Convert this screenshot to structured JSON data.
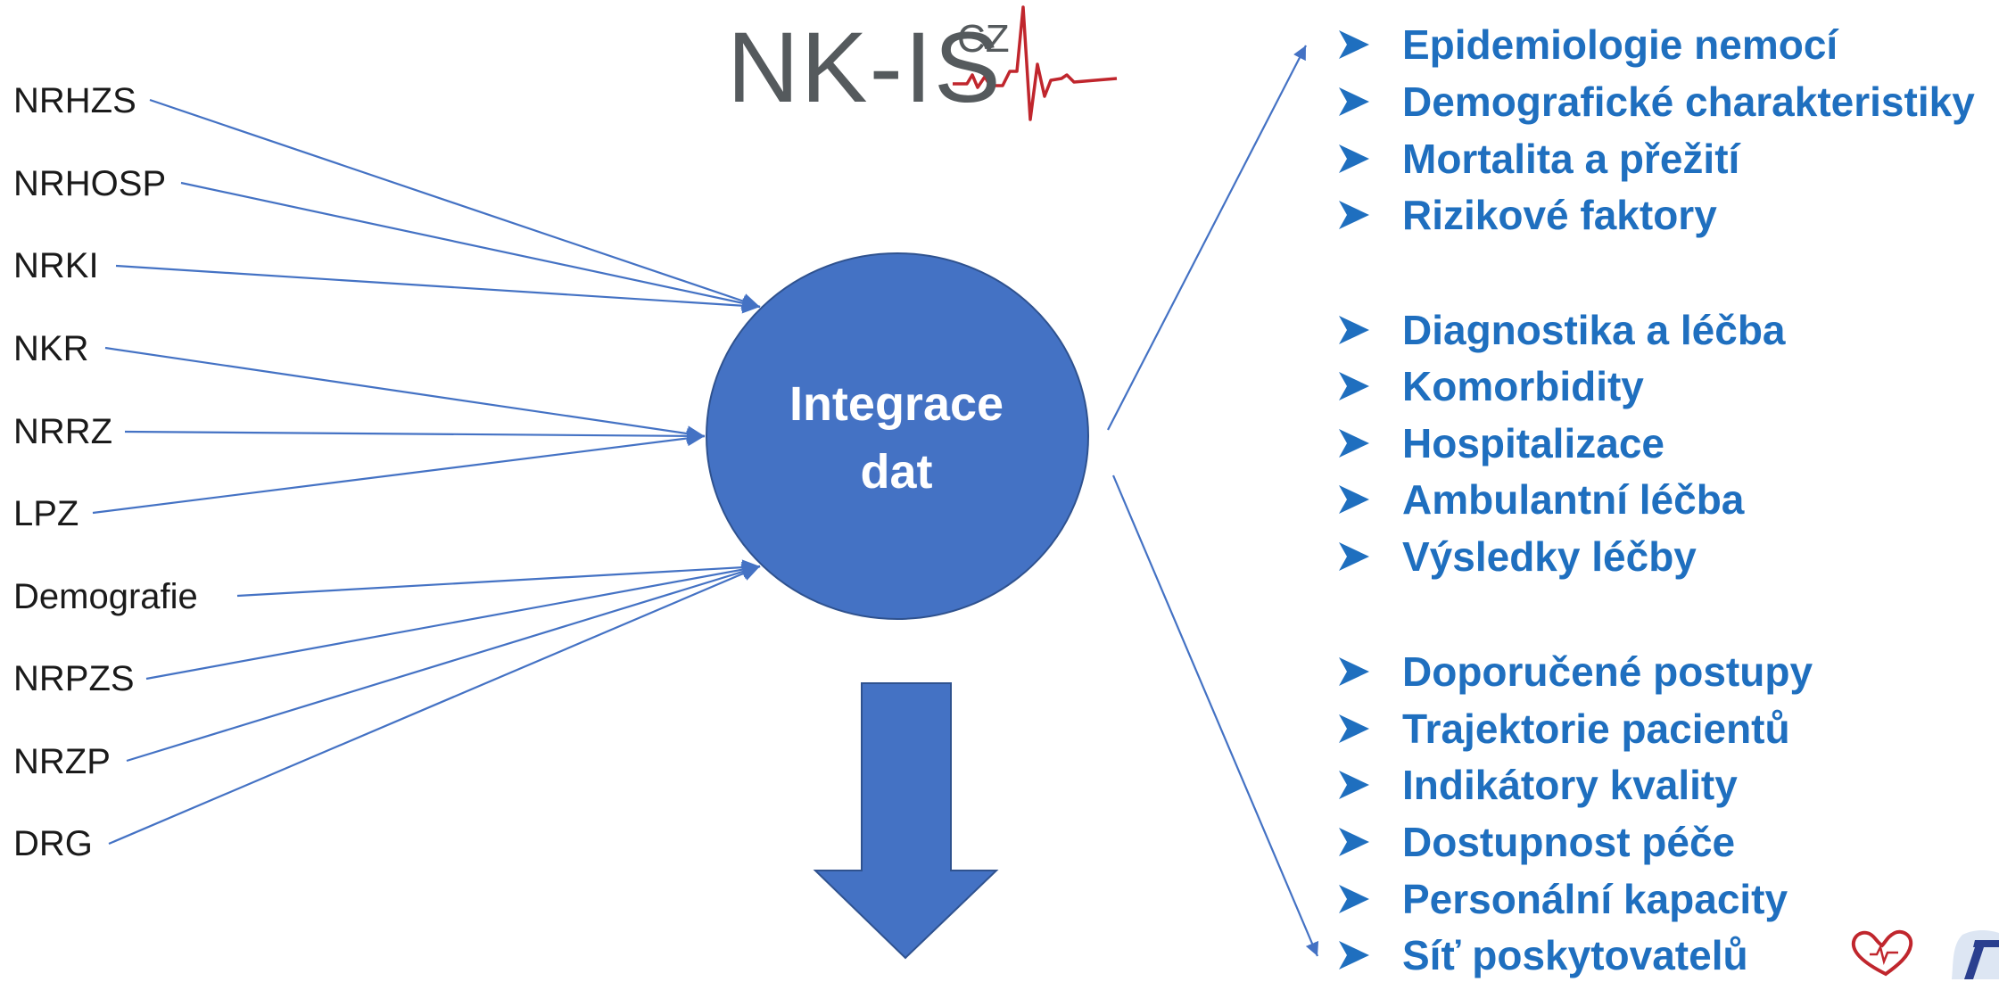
{
  "logo": {
    "main": "NK-IS",
    "superscript": "CZ"
  },
  "sources": [
    "NRHZS",
    "NRHOSP",
    "NRKI",
    "NKR",
    "NRRZ",
    "LPZ",
    "Demografie",
    "NRPZS",
    "NRZP",
    "DRG"
  ],
  "center": {
    "line1": "Integrace",
    "line2": "dat"
  },
  "outputs": [
    {
      "label": "Epidemiologie nemocí"
    },
    {
      "label": "Demografické charakteristiky"
    },
    {
      "label": "Mortalita a přežití"
    },
    {
      "label": "Rizikové faktory"
    },
    {
      "label": "Diagnostika a léčba"
    },
    {
      "label": "Komorbidity"
    },
    {
      "label": "Hospitalizace"
    },
    {
      "label": "Ambulantní léčba"
    },
    {
      "label": "Výsledky léčby"
    },
    {
      "label": "Doporučené postupy"
    },
    {
      "label": "Trajektorie pacientů"
    },
    {
      "label": "Indikátory kvality"
    },
    {
      "label": "Dostupnost péče"
    },
    {
      "label": "Personální kapacity"
    },
    {
      "label": "Síť poskytovatelů"
    }
  ],
  "colors": {
    "circle_fill": "#4472c4",
    "circle_stroke": "#2f528f",
    "line": "#4472c4",
    "output_text": "#1f6fbf",
    "logo_text": "#555a5d",
    "pulse": "#c0262d"
  }
}
